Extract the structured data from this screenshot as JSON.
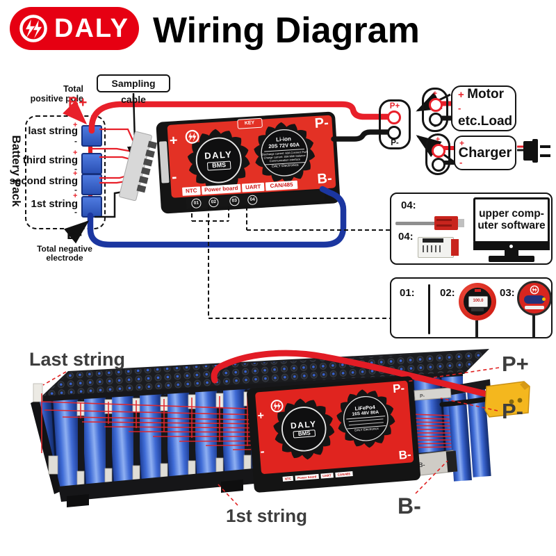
{
  "header": {
    "brand": "DALY",
    "title": "Wiring Diagram"
  },
  "symbols": {
    "plus": "+",
    "minus": "-"
  },
  "top": {
    "sampling_cable": "Sampling cable",
    "total_positive": "Total positive pole",
    "b_plus": "B+",
    "battery_pack": "Battery Pack",
    "strings": [
      {
        "label": "last string"
      },
      {
        "label": "third string"
      },
      {
        "label": "second string"
      },
      {
        "label": "1st string"
      }
    ],
    "b_minus": "B-",
    "total_negative": "Total negative electrode",
    "bms": {
      "key": "KEY",
      "p_minus": "P-",
      "b_minus": "B-",
      "plus": "+",
      "minus": "-",
      "fan_left": {
        "brand": "DALY",
        "sub": "BMS"
      },
      "fan_right": {
        "chem": "Li-ion",
        "spec": "20S 72V 60A",
        "d1": "Discharge current: 60A   Connect Port",
        "d2": "Charge current: 30A   With balance",
        "d3": "Communication interface",
        "maker": "DALY Electronics"
      },
      "ports": [
        "NTC",
        "Power board",
        "UART",
        "CAN/485"
      ],
      "port_nums": [
        "01",
        "02",
        "03",
        "04"
      ]
    },
    "pv": {
      "p_plus": "P+",
      "p_minus": "P-"
    },
    "motor": {
      "plus": "+",
      "minus": "-",
      "name": "Motor",
      "name2": "etc.Load"
    },
    "charger": {
      "plus": "+",
      "minus": "-",
      "name": "Charger"
    },
    "upper": {
      "tag1": "04:",
      "tag2": "04:",
      "line1": "upper comp-",
      "line2": "uter software"
    },
    "acc": {
      "tag1": "01:",
      "tag2": "02:",
      "tag3": "03:",
      "gauge": "100.0"
    }
  },
  "bottom": {
    "last_string": "Last string",
    "first_string": "1st string",
    "p_plus": "P+",
    "p_minus": "P-",
    "b_minus": "B-",
    "strip_p_minus": "P-",
    "strip_b_minus": "B-",
    "bms": {
      "p_minus": "P-",
      "b_minus": "B-",
      "plus": "+",
      "minus": "-",
      "fan_left": {
        "brand": "DALY",
        "sub": "BMS"
      },
      "fan_right": {
        "chem": "LiFePo4",
        "spec": "16S 48V 80A",
        "maker": "DALY Electronics"
      }
    }
  },
  "colors": {
    "brand_red": "#e60012",
    "board_red": "#e33125",
    "wire_red": "#e8202a",
    "wire_blue": "#1b36a0",
    "cell_blue": "#3e6bd6",
    "xt60_yellow": "#f4b71e",
    "label_gray": "#3d3d3d"
  }
}
